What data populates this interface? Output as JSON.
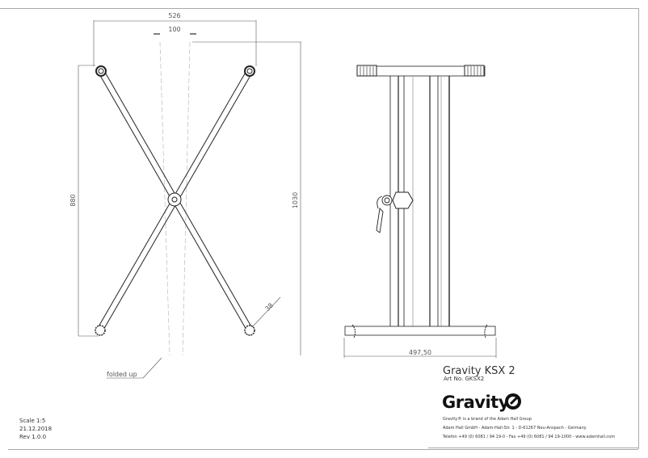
{
  "dimensions": {
    "top_width": "526",
    "folded_width": "100",
    "height_feet": "880",
    "height_total": "1030",
    "tube_diameter": "38",
    "side_width": "497,50"
  },
  "annotations": {
    "folded_label": "folded up"
  },
  "title_block": {
    "product_name": "Gravity KSX 2",
    "article_no": "Art No. GKSX2",
    "logo_text": "Gravity",
    "brand_line": "Gravity® is a brand of the Adam Hall Group",
    "address": "Adam Hall GmbH  -  Adam-Hall-Str. 1  -  D-61267 Neu-Anspach  -  Germany",
    "contact": "Telefon +49 (0) 6081 / 94 19-0 - Fax +49 (0) 6081 / 94 19-1000 - www.adamhall.com"
  },
  "drawing_info": {
    "scale": "Scale 1:5",
    "date": "21.12.2018",
    "revision": "Rev 1.0.0"
  }
}
